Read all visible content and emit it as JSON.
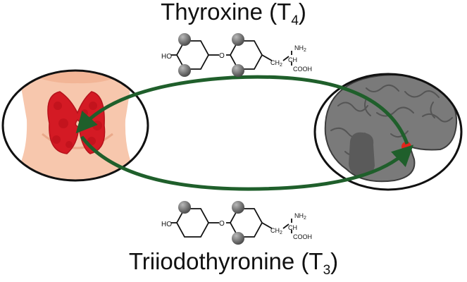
{
  "titles": {
    "top": {
      "name": "Thyroxine (T",
      "sub": "4",
      "close": ")"
    },
    "bottom": {
      "name": "Triiodothyronine (T",
      "sub": "3",
      "close": ")"
    }
  },
  "formula": {
    "ho": "HO",
    "o": "O",
    "ch2": "CH",
    "two": "2",
    "ch": "CH",
    "nh2": "NH",
    "cooh": "COOH"
  },
  "colors": {
    "arrow": "#1f5f2b",
    "gland": "#d41a24",
    "skin": "#f7c7ad",
    "brain": "#7a7a7a",
    "hypothalamus": "#e0261c",
    "atom": "#6a6a6a"
  },
  "icons": [
    "thyroid-gland-icon",
    "brain-icon",
    "iodine-atom-icon"
  ]
}
